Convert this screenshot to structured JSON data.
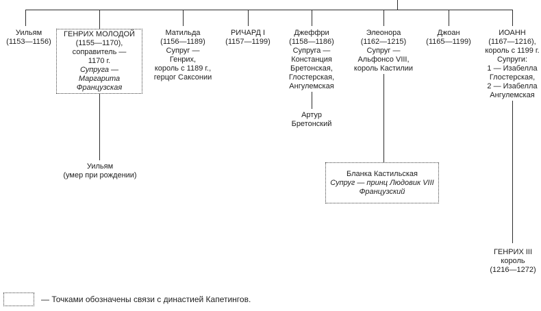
{
  "nodes": {
    "william1": {
      "lines": [
        "Уильям",
        "(1153—1156)"
      ]
    },
    "henry_young": {
      "lines": [
        "ГЕНРИХ МОЛОДОЙ",
        "(1155—1170),",
        "соправитель —",
        "1170 г."
      ],
      "italic": [
        "Супруга —",
        "Маргарита",
        "Французская"
      ]
    },
    "matilda": {
      "lines": [
        "Матильда",
        "(1156—1189)",
        "Супруг —",
        "Генрих,",
        "король с 1189 г.,",
        "герцог Саксонии"
      ]
    },
    "richard": {
      "lines": [
        "РИЧАРД I",
        "(1157—1199)"
      ]
    },
    "geoffrey": {
      "lines": [
        "Джеффри",
        "(1158—1186)",
        "Супруга —",
        "Констанция",
        "Бретонская,",
        "Глостерская,",
        "Ангулемская"
      ]
    },
    "eleanor": {
      "lines": [
        "Элеонора",
        "(1162—1215)",
        "Супруг —",
        "Альфонсо VIII,",
        "король Кастилии"
      ]
    },
    "joan": {
      "lines": [
        "Джоан",
        "(1165—1199)"
      ]
    },
    "john": {
      "lines": [
        "ИОАНН",
        "(1167—1216),",
        "король с 1199 г.",
        "Супруги:",
        "1 — Изабелла",
        "Глостерская,",
        "2 — Изабелла",
        "Ангулемская"
      ]
    },
    "william2": {
      "lines": [
        "Уильям",
        "(умер при рождении)"
      ]
    },
    "arthur": {
      "lines": [
        "Артур",
        "Бретонский"
      ]
    },
    "blanca": {
      "lines": [
        "Бланка Кастильская"
      ],
      "italic": [
        "Супруг — принц Людовик VIII",
        "Французский"
      ]
    },
    "henry3": {
      "lines": [
        "ГЕНРИХ III",
        "король",
        "(1216—1272)"
      ]
    }
  },
  "legend": {
    "text": "— Точками обозначены связи с династией Капетингов."
  },
  "colors": {
    "line": "#2b2b2b",
    "text": "#1c1c1c",
    "background": "#ffffff"
  }
}
